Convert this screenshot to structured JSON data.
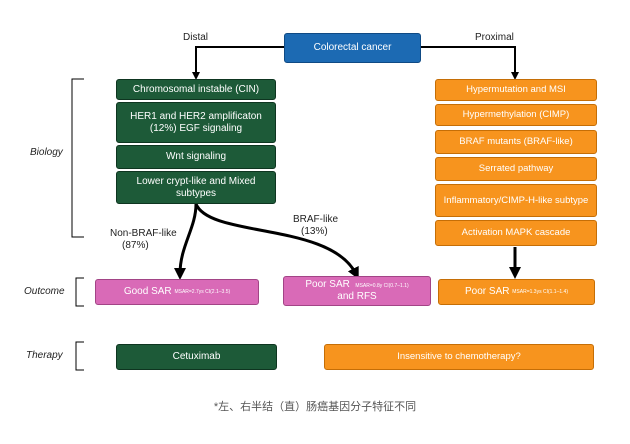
{
  "root": {
    "label": "Colorectal cancer"
  },
  "branches": {
    "distal": "Distal",
    "proximal": "Proximal"
  },
  "section_labels": {
    "biology": "Biology",
    "outcome": "Outcome",
    "therapy": "Therapy"
  },
  "distal_biology": [
    "Chromosomal instable (CIN)",
    "HER1 and HER2 amplificaton (12%) EGF signaling",
    "Wnt signaling",
    "Lower crypt-like and Mixed subtypes"
  ],
  "proximal_biology": [
    "Hypermutation and MSI",
    "Hypermethylation (CIMP)",
    "BRAF mutants (BRAF-like)",
    "Serrated pathway",
    "Inflammatory/CIMP-H-like subtype",
    "Activation MAPK cascade"
  ],
  "split_labels": {
    "non_braf": "Non-BRAF-like",
    "non_braf_pct": "(87%)",
    "braf": "BRAF-like",
    "braf_pct": "(13%)"
  },
  "outcomes": {
    "good": {
      "main": "Good SAR",
      "detail": "MSAR=2.7ys CI(2.1–3.5)"
    },
    "poor_braf": {
      "main": "Poor SAR",
      "detail": "MSAR=0.8y CI(0.7–1.1)",
      "extra": "and RFS"
    },
    "poor_prox": {
      "main": "Poor SAR",
      "detail": "MSAR=1.3ys CI(1.1–1.4)"
    }
  },
  "therapy": {
    "distal": "Cetuximab",
    "proximal": "Insensitive to chemotherapy?"
  },
  "caption": "*左、右半结（直）肠癌基因分子特征不同",
  "colors": {
    "green": "#1d5a38",
    "orange": "#f7941e",
    "pink": "#d96ab7",
    "blue": "#1c6ab3"
  }
}
